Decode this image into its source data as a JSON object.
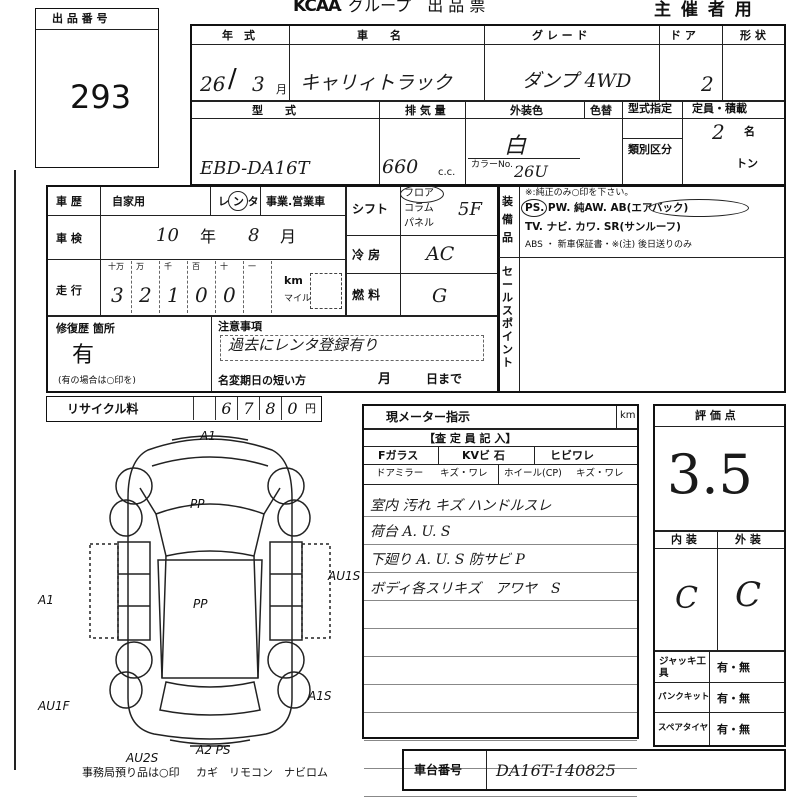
{
  "header": {
    "lot_label": "出 品 番 号",
    "lot_number": "293",
    "brand": "KCAA",
    "group_title": ". グループ　出 品 票",
    "organizer": "主 催 者 用"
  },
  "vehicle": {
    "year_label": "年　式",
    "car_name_label": "車　　名",
    "grade_label": "グ レ ー ド",
    "doors_label": "ド ア",
    "shape_label": "形 状",
    "year_value": "26",
    "month_value": "3",
    "month_unit": "月",
    "car_name": "キャリィトラック",
    "grade": "ダンプ 4WD",
    "doors": "2",
    "model_label": "型　　式",
    "displacement_label": "排 気 量",
    "exterior_color_label": "外装色",
    "color_change_label": "色替",
    "model_designation_label": "型式指定",
    "capacity_label": "定員・積載",
    "category_label": "類別区分",
    "model_code": "EBD-DA16T",
    "displacement": "660",
    "displacement_unit": "c.c.",
    "color": "白",
    "color_no_label": "カラーNo.",
    "color_no": "26U",
    "capacity": "2",
    "capacity_unit": "名",
    "load_unit": "トン"
  },
  "history": {
    "history_label": "車 歴",
    "private_label": "自家用",
    "rental_label": "レ ン タ",
    "business_label": "事業.営業車",
    "inspection_label": "車 検",
    "inspection_year": "10",
    "year_unit": "年",
    "inspection_month": "8",
    "month_unit": "月",
    "mileage_label": "走 行",
    "digit_labels": [
      "十万",
      "万",
      "千",
      "百",
      "十",
      "一"
    ],
    "mileage_digits": [
      "3",
      "2",
      "1",
      "0",
      "0",
      ""
    ],
    "km_label": "km",
    "mile_label": "マイル",
    "shift_label": "シフト",
    "floor_label": "フロア",
    "column_label": "コラム",
    "panel_label": "パネル",
    "shift_value": "5F",
    "ac_label": "冷 房",
    "ac_value": "AC",
    "fuel_label": "燃 料",
    "fuel_value": "G",
    "repair_label": "修復歴 箇所",
    "repair_value": "有",
    "repair_note": "(有の場合は○印を)",
    "notes_label": "注意事項",
    "notes_value": "過去にレンタ登録有り",
    "transfer_label": "名変期日の短い方",
    "transfer_month": "月",
    "transfer_day": "日まで",
    "recycle_label": "リサイクル料",
    "recycle_digits": [
      "",
      "6",
      "7",
      "8",
      "0"
    ],
    "recycle_unit": "円"
  },
  "equipment": {
    "label": "装 備 品",
    "line1": "※:純正のみ○印を下さい。",
    "line2": "PS. PW. 純AW. AB(エアバック)",
    "line3": "TV. ナビ. カワ. SR(サンルーフ)",
    "line4": "ABS ・ 新車保証書・※(注) 後日送りのみ",
    "sales_point_label": "セールスポイント"
  },
  "inspector": {
    "meter_label": "現メーター指示",
    "meter_unit": "km",
    "section_label": "【査 定 員 記 入】",
    "glass_label": "Fガラス",
    "glass_value": "KVビ 石",
    "glass_crack": "ヒビワレ",
    "mirror_label": "ドアミラー",
    "mirror_value": "キズ・ワレ",
    "wheel_label": "ホイール(CP)",
    "wheel_value": "キズ・ワレ",
    "notes": [
      "室内 汚れ キズ ハンドルスレ",
      "荷台 A. U. S",
      "下廻り A. U. S 防サビ P",
      "ボディ各スリキズ　アワヤ　S"
    ]
  },
  "rating": {
    "score_label": "評 価 点",
    "score": "3.5",
    "interior_label": "内 装",
    "exterior_label": "外 装",
    "interior": "C",
    "exterior": "C",
    "jack_label": "ジャッキ工具",
    "puncture_label": "パンクキット",
    "spare_label": "スペアタイヤ",
    "yes_no": "有・無"
  },
  "diagram": {
    "marks": [
      "A1",
      "P P",
      "P P",
      "A1",
      "AU1S",
      "AU1F",
      "A1S",
      "AU2S",
      "A2 PS"
    ]
  },
  "footer": {
    "office_label": "事務局預り品は○印",
    "keys_label": "カギ　リモコン　ナビロム",
    "chassis_label": "車台番号",
    "chassis_value": "DA16T-140825"
  }
}
